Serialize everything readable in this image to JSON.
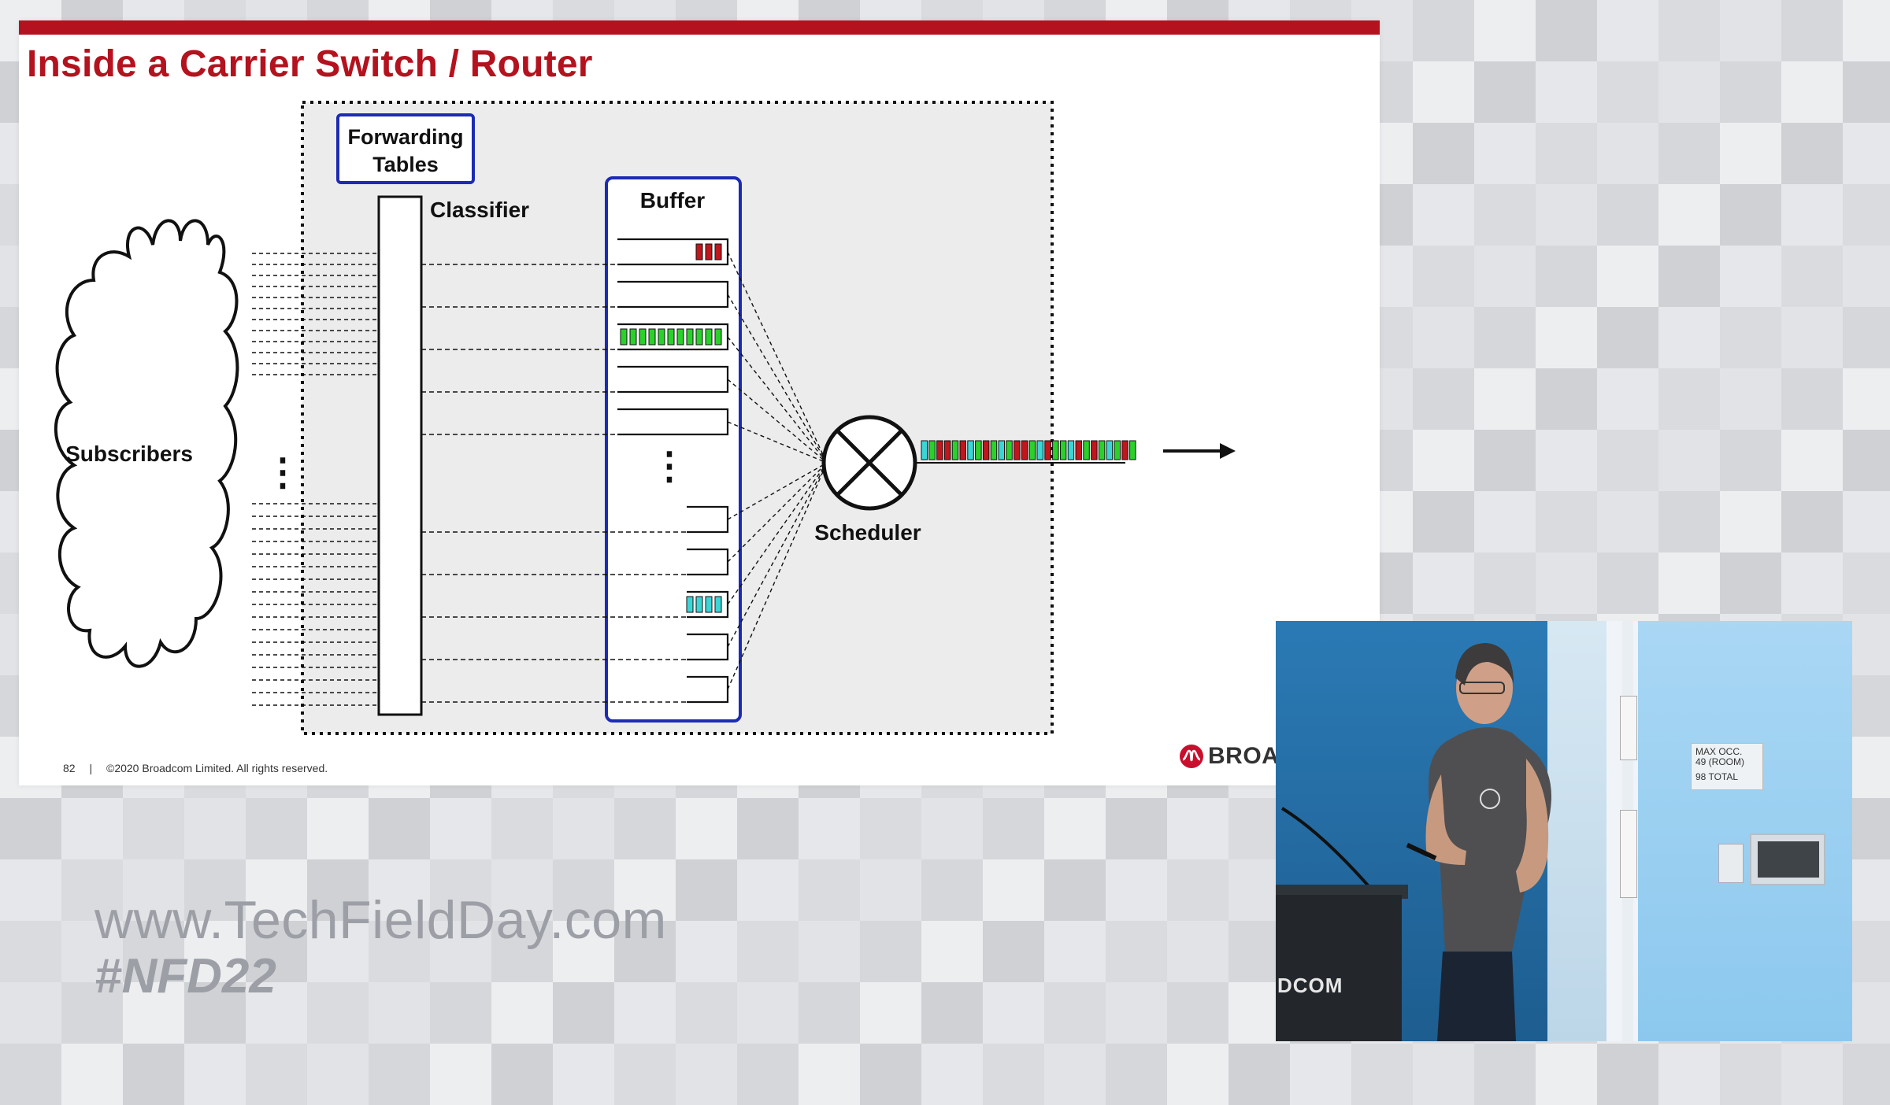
{
  "slide": {
    "title": "Inside a Carrier Switch / Router",
    "page_number": "82",
    "separator": "|",
    "copyright": "©2020 Broadcom Limited. All rights reserved.",
    "logo_text": "BROA",
    "accent_color": "#b3121e"
  },
  "diagram": {
    "forwarding_tables_label_line1": "Forwarding",
    "forwarding_tables_label_line2": "Tables",
    "classifier_label": "Classifier",
    "buffer_label": "Buffer",
    "scheduler_label": "Scheduler",
    "subscribers_label": "Subscribers",
    "ellipsis": "⋮",
    "queues": [
      {
        "packets": 3,
        "color": "#c0161c"
      },
      {
        "packets": 0,
        "color": ""
      },
      {
        "packets": 11,
        "color": "#2bd12b"
      },
      {
        "packets": 0,
        "color": ""
      },
      {
        "packets": 0,
        "color": ""
      },
      {
        "packets": 0,
        "color": ""
      },
      {
        "packets": 0,
        "color": ""
      },
      {
        "packets": 4,
        "color": "#3ad6d6"
      },
      {
        "packets": 0,
        "color": ""
      },
      {
        "packets": 0,
        "color": ""
      }
    ],
    "output_stream_colors": [
      "#3ad6d6",
      "#2bd12b",
      "#c0161c",
      "#c0161c",
      "#2bd12b",
      "#c0161c",
      "#3ad6d6",
      "#2bd12b",
      "#c0161c",
      "#2bd12b",
      "#3ad6d6",
      "#2bd12b",
      "#c0161c",
      "#c0161c",
      "#2bd12b",
      "#3ad6d6",
      "#c0161c",
      "#2bd12b",
      "#2bd12b",
      "#3ad6d6",
      "#c0161c",
      "#2bd12b",
      "#c0161c",
      "#2bd12b",
      "#3ad6d6",
      "#2bd12b",
      "#c0161c",
      "#2bd12b"
    ],
    "colors": {
      "queue_red": "#c0161c",
      "queue_green": "#2bd12b",
      "queue_cyan": "#3ad6d6",
      "box_blue": "#1c2bb5"
    }
  },
  "event": {
    "url": "www.TechFieldDay.com",
    "hashtag": "#NFD22"
  },
  "video": {
    "sign_line1": "MAX OCC.",
    "sign_line2": "49 (ROOM)",
    "sign_line3": "98 TOTAL",
    "podium_text": "DCOM"
  }
}
